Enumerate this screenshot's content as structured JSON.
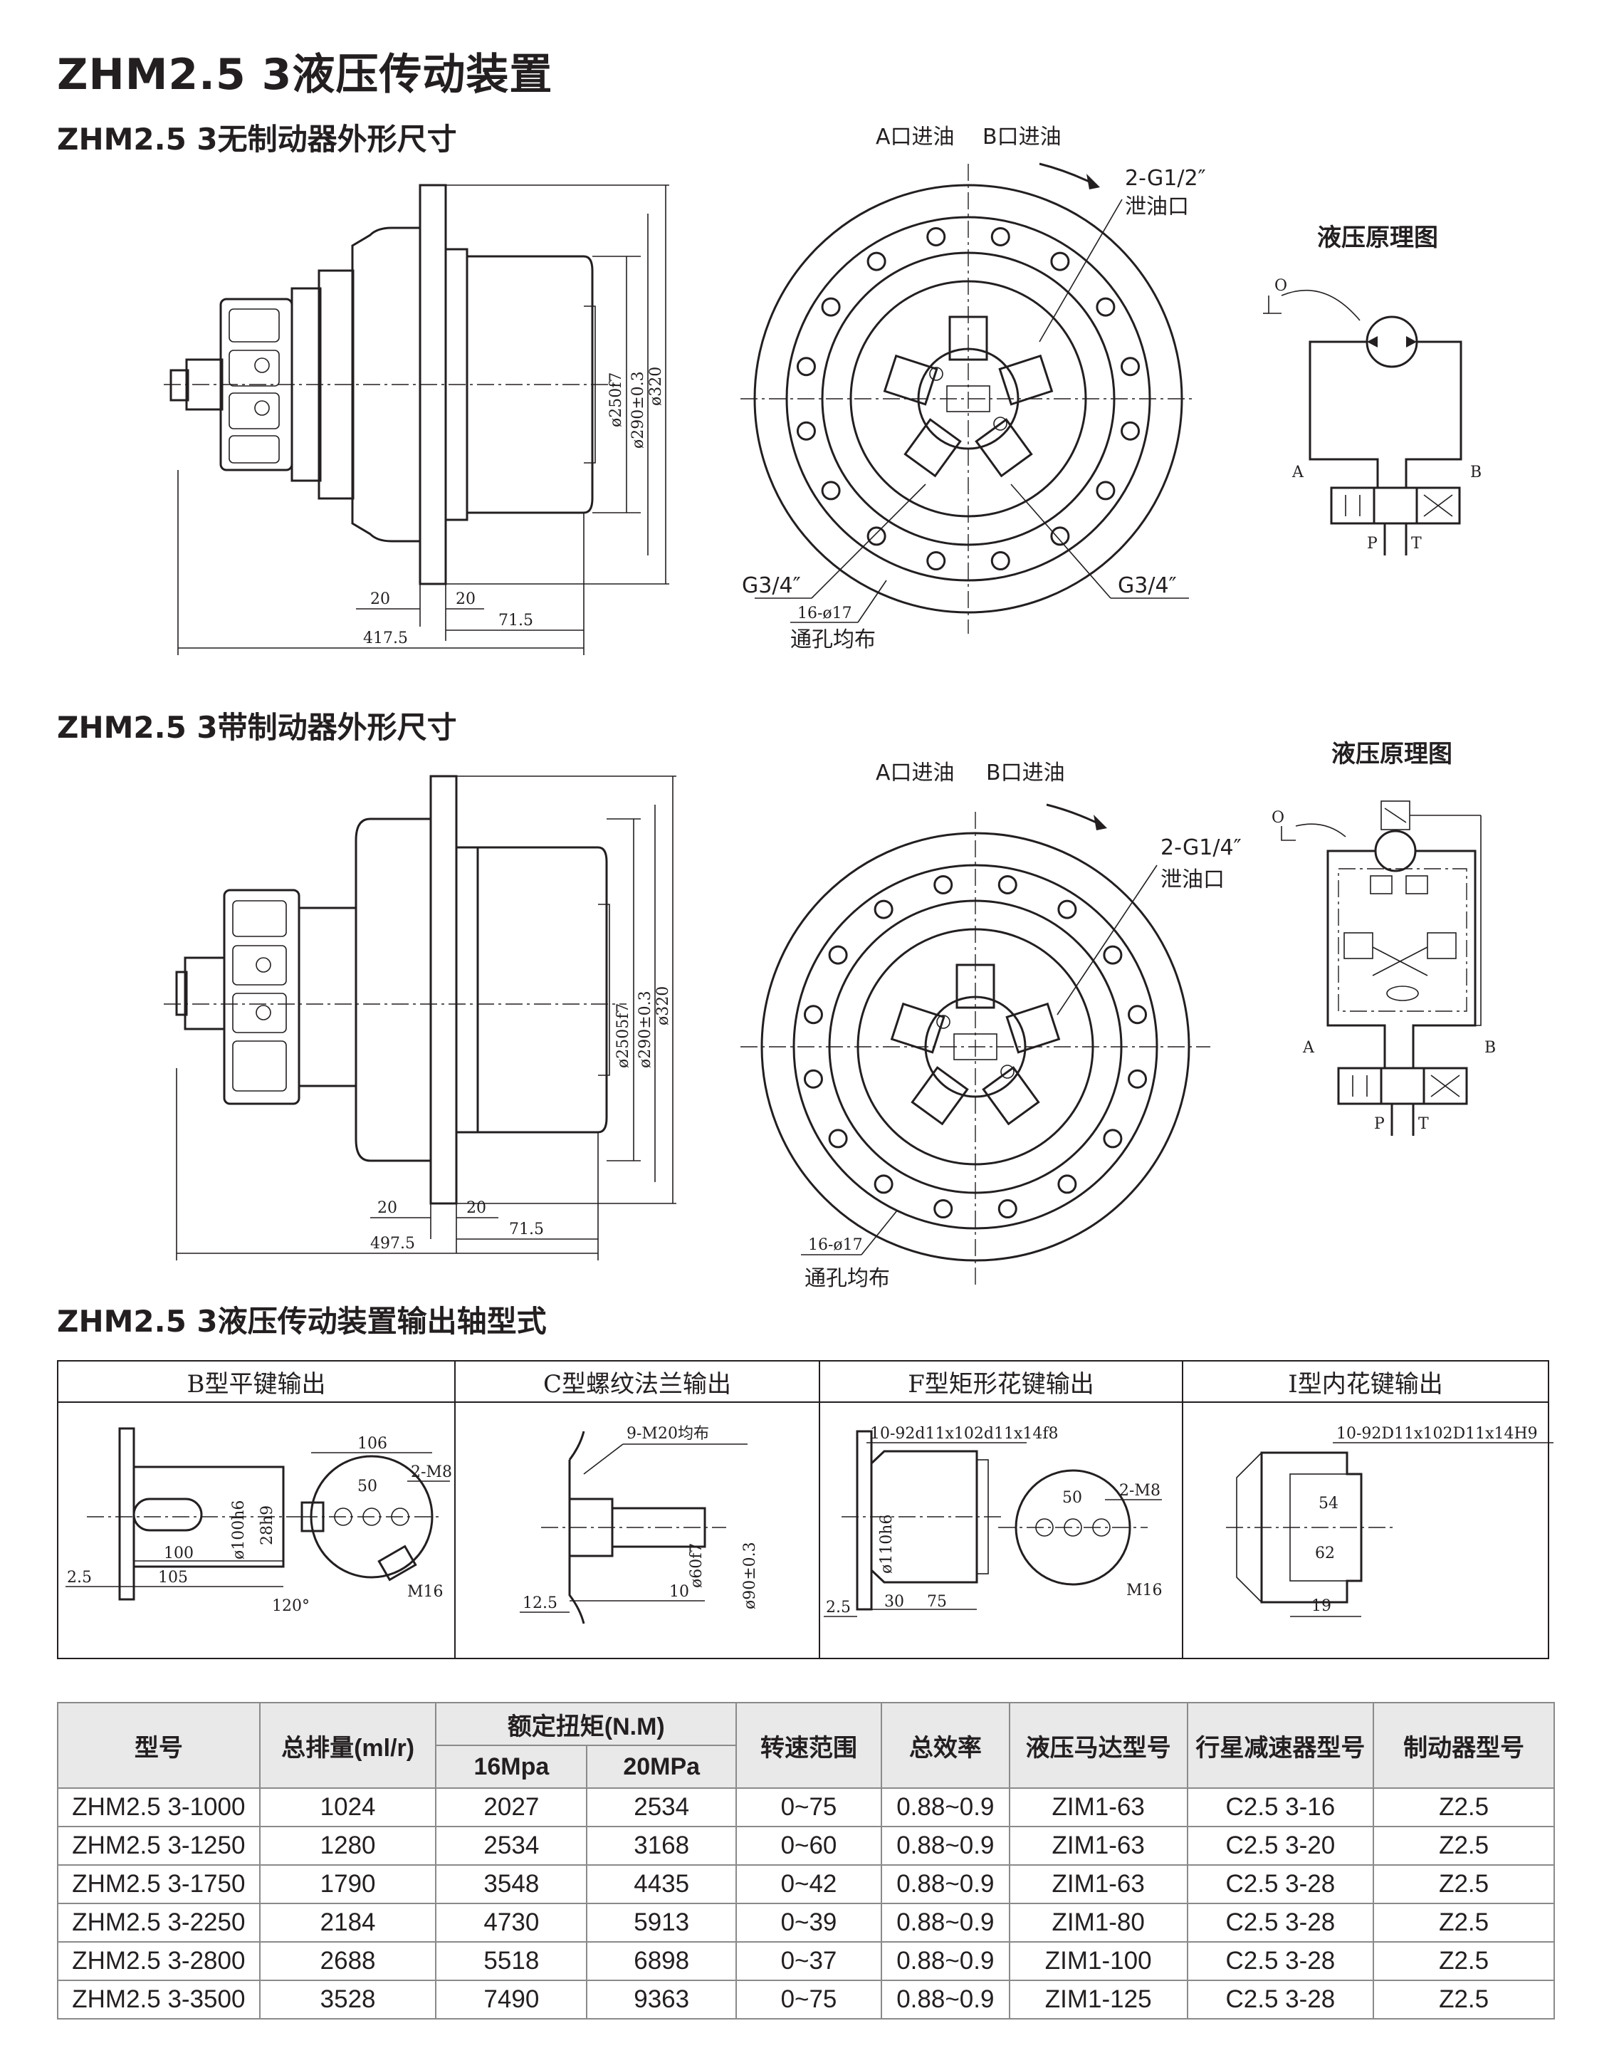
{
  "title": "ZHM2.5 3液压传动装置",
  "section1": {
    "title": "ZHM2.5 3无制动器外形尺寸",
    "dims": {
      "d1": "ø250f7",
      "d2": "ø290±0.3",
      "d3": "ø320",
      "w20a": "20",
      "w20b": "20",
      "w71": "71.5",
      "wtotal": "417.5"
    },
    "front": {
      "a_port": "A口进油",
      "b_port": "B口进油",
      "drain_spec": "2-G1/2″",
      "drain": "泄油口",
      "g_left": "G3/4″",
      "g_right": "G3/4″",
      "holes": "16-ø17",
      "holes_note": "通孔均布"
    },
    "schematic": {
      "title": "液压原理图",
      "o": "O",
      "a": "A",
      "b": "B",
      "p": "P",
      "t": "T"
    }
  },
  "section2": {
    "title": "ZHM2.5 3带制动器外形尺寸",
    "dims": {
      "d1": "ø2505f7",
      "d2": "ø290±0.3",
      "d3": "ø320",
      "w20a": "20",
      "w20b": "20",
      "w71": "71.5",
      "wtotal": "497.5"
    },
    "front": {
      "a_port": "A口进油",
      "b_port": "B口进油",
      "drain_spec": "2-G1/4″",
      "drain": "泄油口",
      "holes": "16-ø17",
      "holes_note": "通孔均布"
    },
    "schematic": {
      "title": "液压原理图",
      "o": "O",
      "a": "A",
      "b": "B",
      "p": "P",
      "t": "T"
    }
  },
  "section3": {
    "title": "ZHM2.5 3液压传动装置输出轴型式",
    "headers": [
      "B型平键输出",
      "C型螺纹法兰输出",
      "F型矩形花键输出",
      "I型内花键输出"
    ],
    "b_type": {
      "d106": "106",
      "m8": "2-M8",
      "d50": "50",
      "d100": "ø100h6",
      "k28": "28h9",
      "l100": "100",
      "l105": "105",
      "a120": "120°",
      "m16": "M16",
      "l2_5": "2.5"
    },
    "c_type": {
      "holes": "9-M20均布",
      "d60": "ø60f7",
      "d90": "ø90±0.3",
      "l12": "12.5",
      "l10": "10"
    },
    "f_type": {
      "spline": "10-92d11x102d11x14f8",
      "d110": "ø110h6",
      "m8": "2-M8",
      "d50": "50",
      "m16": "M16",
      "l30": "30",
      "l75": "75",
      "l2_5": "2.5"
    },
    "i_type": {
      "spline": "10-92D11x102D11x14H9",
      "l54": "54",
      "l62": "62",
      "l19": "19"
    }
  },
  "spec_table": {
    "headers": {
      "model": "型号",
      "disp": "总排量(ml/r)",
      "torque": "额定扭矩(N.M)",
      "p16": "16Mpa",
      "p20": "20MPa",
      "speed": "转速范围",
      "eff": "总效率",
      "motor": "液压马达型号",
      "reducer": "行星减速器型号",
      "brake": "制动器型号"
    },
    "rows": [
      [
        "ZHM2.5 3-1000",
        "1024",
        "2027",
        "2534",
        "0~75",
        "0.88~0.9",
        "ZIM1-63",
        "C2.5 3-16",
        "Z2.5"
      ],
      [
        "ZHM2.5 3-1250",
        "1280",
        "2534",
        "3168",
        "0~60",
        "0.88~0.9",
        "ZIM1-63",
        "C2.5 3-20",
        "Z2.5"
      ],
      [
        "ZHM2.5 3-1750",
        "1790",
        "3548",
        "4435",
        "0~42",
        "0.88~0.9",
        "ZIM1-63",
        "C2.5 3-28",
        "Z2.5"
      ],
      [
        "ZHM2.5 3-2250",
        "2184",
        "4730",
        "5913",
        "0~39",
        "0.88~0.9",
        "ZIM1-80",
        "C2.5 3-28",
        "Z2.5"
      ],
      [
        "ZHM2.5 3-2800",
        "2688",
        "5518",
        "6898",
        "0~37",
        "0.88~0.9",
        "ZIM1-100",
        "C2.5 3-28",
        "Z2.5"
      ],
      [
        "ZHM2.5 3-3500",
        "3528",
        "7490",
        "9363",
        "0~75",
        "0.88~0.9",
        "ZIM1-125",
        "C2.5 3-28",
        "Z2.5"
      ]
    ]
  }
}
